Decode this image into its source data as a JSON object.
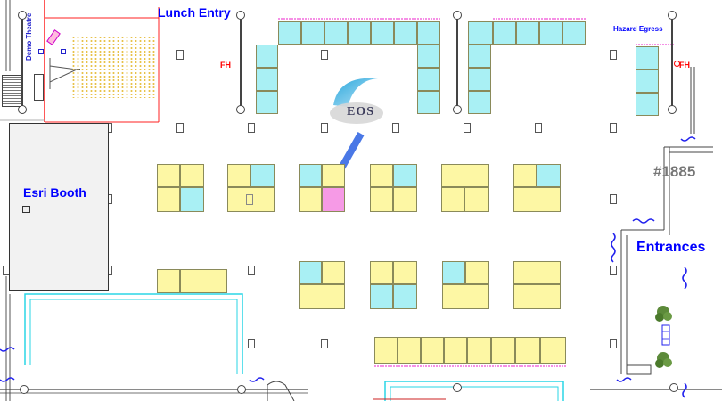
{
  "labels": {
    "lunch_entry": "Lunch Entry",
    "hazard_egress": "Hazard Egress",
    "fh": "FH",
    "esri_booth": "Esri Booth",
    "booth_number": "#1885",
    "entrances": "Entrances",
    "demo_theatre": "Demo Theatre",
    "eos_logo": "EOS"
  },
  "colors": {
    "label_blue": "#0000ff",
    "fh_red": "#ff0000",
    "booth_yellow": "#fdf7a4",
    "booth_cyan": "#a9f0f4",
    "highlight_pink": "#f69ae6",
    "arrow_blue": "#4a78e6",
    "number_gray": "#777777",
    "wall_cyan": "#2ad6e6"
  },
  "highlight": {
    "booth_number": "#1885",
    "indicator": "arrow"
  }
}
